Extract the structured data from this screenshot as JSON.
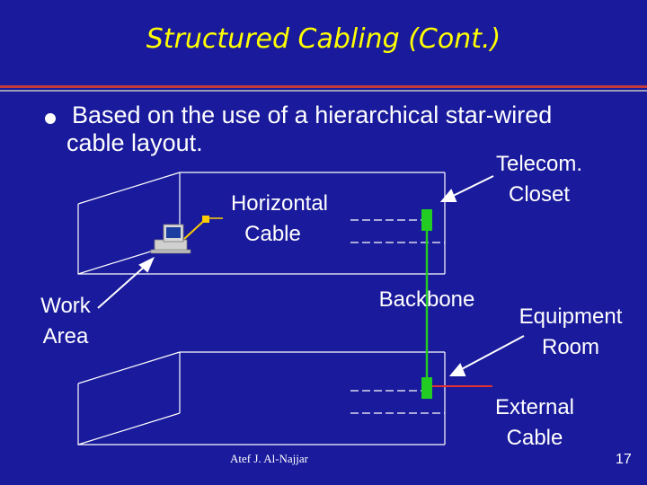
{
  "slide": {
    "title": "Structured Cabling (Cont.)",
    "bullet": "Based on the use of a hierarchical star-wired cable layout."
  },
  "labels": {
    "horizontal_cable_1": "Horizontal",
    "horizontal_cable_2": "Cable",
    "telecom_closet_1": "Telecom.",
    "telecom_closet_2": "Closet",
    "work_area_1": "Work",
    "work_area_2": "Area",
    "backbone": "Backbone",
    "equipment_room_1": "Equipment",
    "equipment_room_2": "Room",
    "external_cable_1": "External",
    "external_cable_2": "Cable"
  },
  "footer": {
    "author": "Atef J. Al-Najjar",
    "page_number": "17"
  },
  "colors": {
    "background": "#1a1a9c",
    "title": "#ffff00",
    "text": "#ffffff",
    "backbone_line": "#22cc22",
    "label_line": "#ffffff",
    "horizontal_cable_line": "#ffcc00",
    "external_cable_line": "#e03030"
  },
  "icons": [
    "computer-workstation-icon"
  ]
}
